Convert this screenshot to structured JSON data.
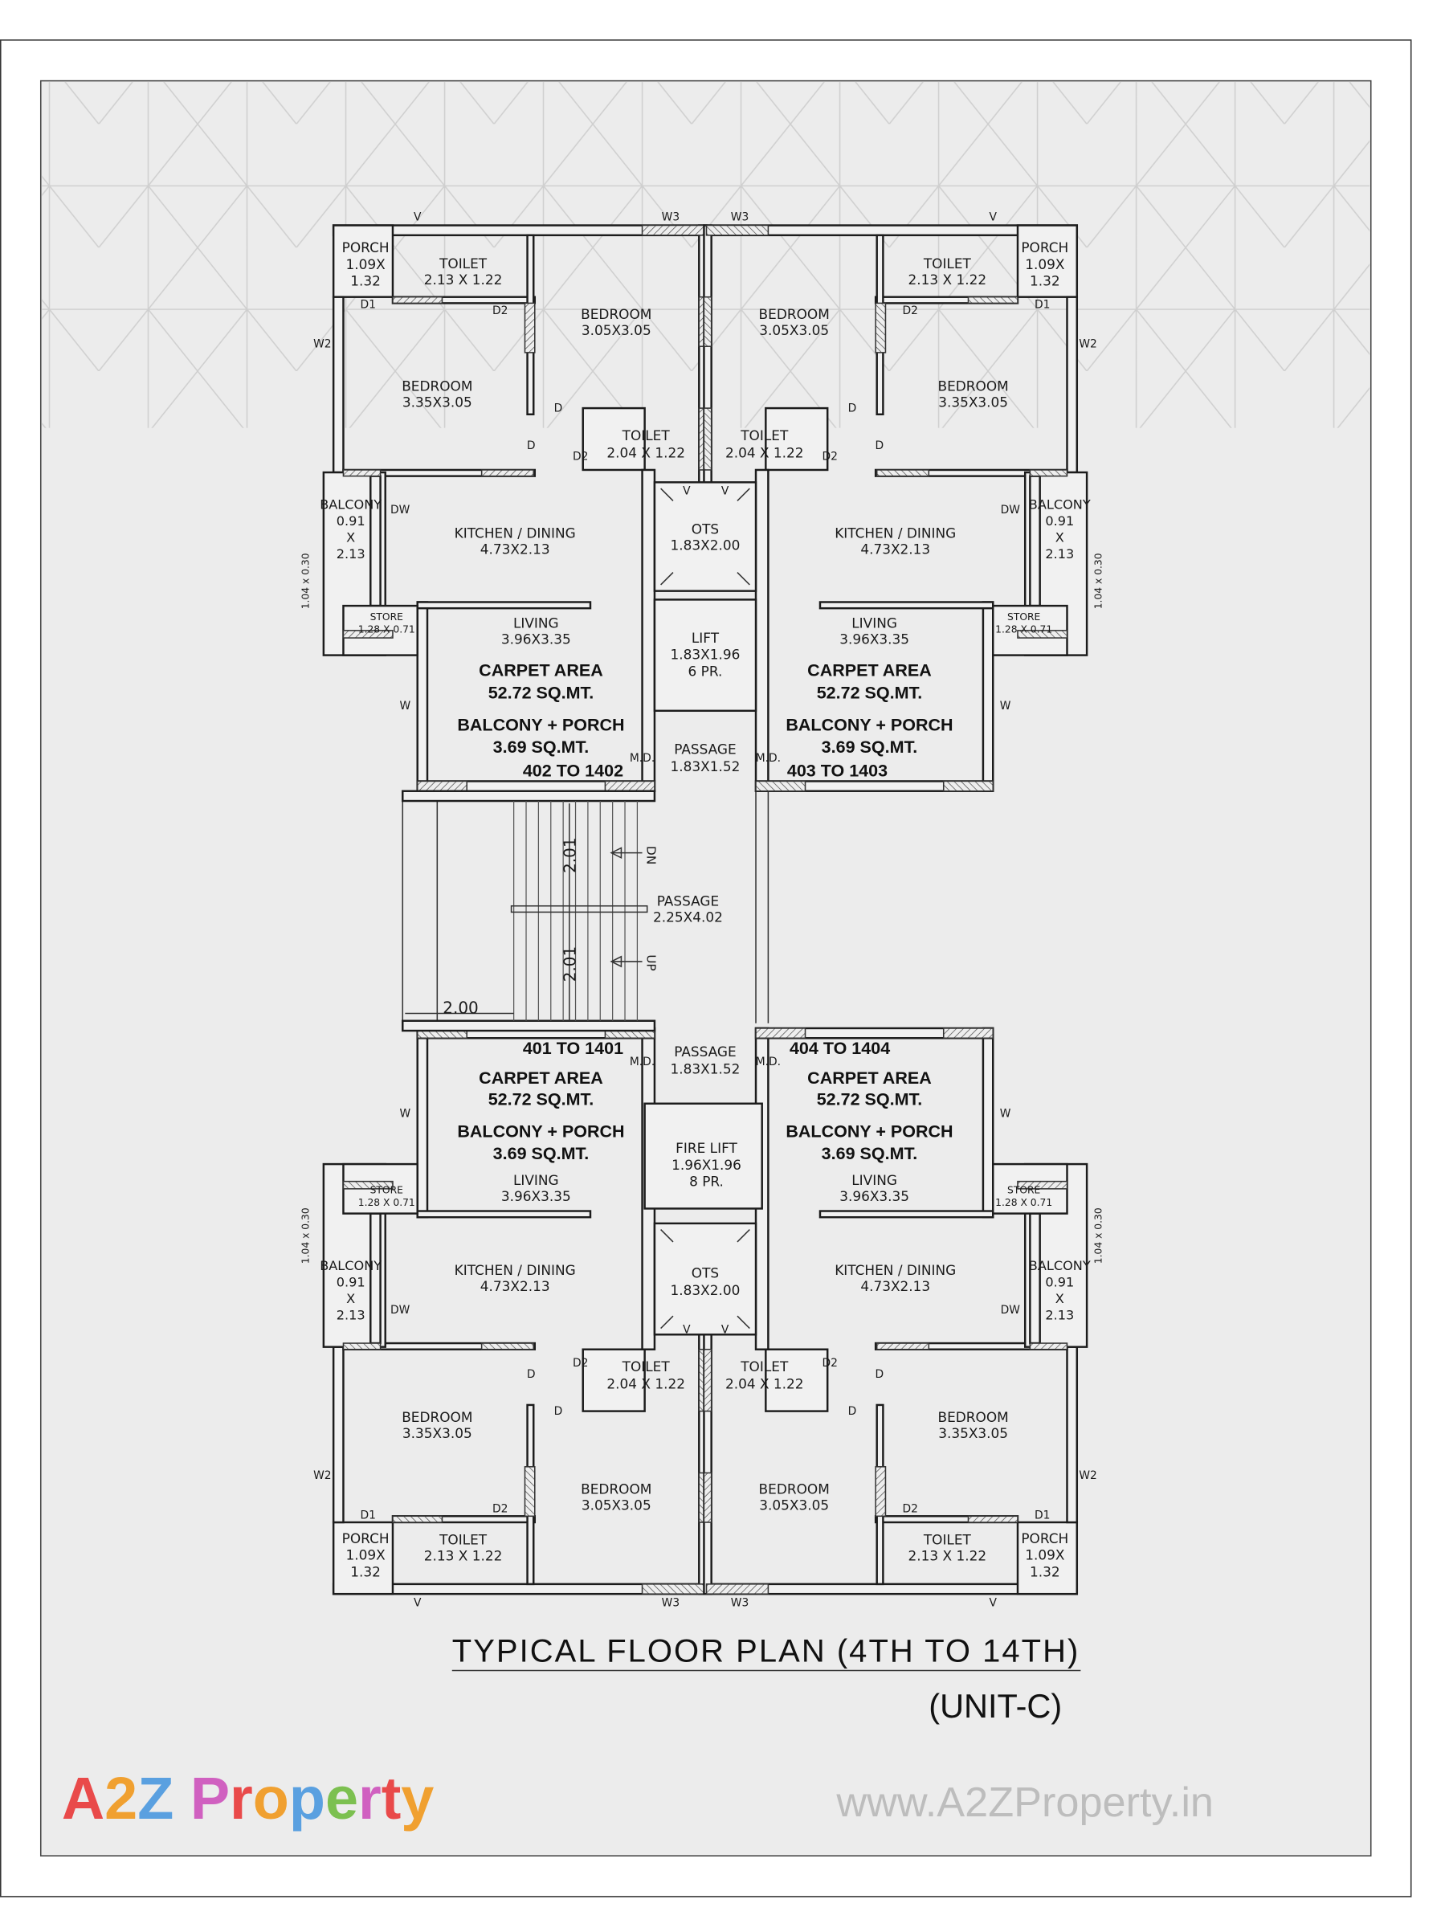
{
  "title": "TYPICAL FLOOR PLAN (4TH TO 14TH)",
  "subtitle": "(UNIT-C)",
  "watermark": "www.A2ZProperty.in",
  "logo": {
    "text": "A2Z Property",
    "colors": [
      "#e94a4a",
      "#f0a030",
      "#5aa0e0",
      "#7cc050",
      "#d060c0"
    ]
  },
  "colors": {
    "background": "#ececec",
    "wall": "#1c1c1c",
    "pattern": "#cfcfcf"
  },
  "marks": {
    "v": "V",
    "w3": "W3",
    "w2": "W2",
    "d1": "D1",
    "d2": "D2",
    "d": "D",
    "dw": "DW",
    "w": "W",
    "md": "M.D.",
    "balcony_dim": "1.04 x 0.30"
  },
  "units": [
    {
      "id": "402 TO 1402",
      "carpet_label": "CARPET AREA",
      "carpet_value": "52.72 SQ.MT.",
      "balcony_label": "BALCONY + PORCH",
      "balcony_value": "3.69 SQ.MT.",
      "rooms": {
        "porch": [
          "PORCH",
          "1.09X",
          "1.32"
        ],
        "toilet": [
          "TOILET",
          "2.13 X 1.22"
        ],
        "bedroom_a": [
          "BEDROOM",
          "3.05X3.05"
        ],
        "bedroom_b": [
          "BEDROOM",
          "3.35X3.05"
        ],
        "toilet_b": [
          "TOILET",
          "2.04 X 1.22"
        ],
        "kitchen": [
          "KITCHEN / DINING",
          "4.73X2.13"
        ],
        "balcony": [
          "BALCONY",
          "0.91",
          "X",
          "2.13"
        ],
        "store": [
          "STORE",
          "1.28 X 0.71"
        ],
        "living": [
          "LIVING",
          "3.96X3.35"
        ]
      }
    },
    {
      "id": "403 TO 1403",
      "carpet_label": "CARPET AREA",
      "carpet_value": "52.72 SQ.MT.",
      "balcony_label": "BALCONY + PORCH",
      "balcony_value": "3.69 SQ.MT.",
      "rooms": {
        "porch": [
          "PORCH",
          "1.09X",
          "1.32"
        ],
        "toilet": [
          "TOILET",
          "2.13 X 1.22"
        ],
        "bedroom_a": [
          "BEDROOM",
          "3.05X3.05"
        ],
        "bedroom_b": [
          "BEDROOM",
          "3.35X3.05"
        ],
        "toilet_b": [
          "TOILET",
          "2.04 X 1.22"
        ],
        "kitchen": [
          "KITCHEN / DINING",
          "4.73X2.13"
        ],
        "balcony": [
          "BALCONY",
          "0.91",
          "X",
          "2.13"
        ],
        "store": [
          "STORE",
          "1.28 X 0.71"
        ],
        "living": [
          "LIVING",
          "3.96X3.35"
        ]
      }
    },
    {
      "id": "401 TO 1401",
      "carpet_label": "CARPET AREA",
      "carpet_value": "52.72 SQ.MT.",
      "balcony_label": "BALCONY + PORCH",
      "balcony_value": "3.69 SQ.MT.",
      "rooms": {
        "porch": [
          "PORCH",
          "1.09X",
          "1.32"
        ],
        "toilet": [
          "TOILET",
          "2.13 X 1.22"
        ],
        "bedroom_a": [
          "BEDROOM",
          "3.05X3.05"
        ],
        "bedroom_b": [
          "BEDROOM",
          "3.35X3.05"
        ],
        "toilet_b": [
          "TOILET",
          "2.04 X 1.22"
        ],
        "kitchen": [
          "KITCHEN / DINING",
          "4.73X2.13"
        ],
        "balcony": [
          "BALCONY",
          "0.91",
          "X",
          "2.13"
        ],
        "store": [
          "STORE",
          "1.28 X 0.71"
        ],
        "living": [
          "LIVING",
          "3.96X3.35"
        ]
      }
    },
    {
      "id": "404 TO 1404",
      "carpet_label": "CARPET AREA",
      "carpet_value": "52.72 SQ.MT.",
      "balcony_label": "BALCONY + PORCH",
      "balcony_value": "3.69 SQ.MT.",
      "rooms": {
        "porch": [
          "PORCH",
          "1.09X",
          "1.32"
        ],
        "toilet": [
          "TOILET",
          "2.13 X 1.22"
        ],
        "bedroom_a": [
          "BEDROOM",
          "3.05X3.05"
        ],
        "bedroom_b": [
          "BEDROOM",
          "3.35X3.05"
        ],
        "toilet_b": [
          "TOILET",
          "2.04 X 1.22"
        ],
        "kitchen": [
          "KITCHEN / DINING",
          "4.73X2.13"
        ],
        "balcony": [
          "BALCONY",
          "0.91",
          "X",
          "2.13"
        ],
        "store": [
          "STORE",
          "1.28 X 0.71"
        ],
        "living": [
          "LIVING",
          "3.96X3.35"
        ]
      }
    }
  ],
  "core": {
    "ots_top": [
      "OTS",
      "1.83X2.00"
    ],
    "lift": [
      "LIFT",
      "1.83X1.96",
      "6 PR."
    ],
    "passage_top": [
      "PASSAGE",
      "1.83X1.52"
    ],
    "passage_mid": [
      "PASSAGE",
      "2.25X4.02"
    ],
    "passage_bottom": [
      "PASSAGE",
      "1.83X1.52"
    ],
    "fire_lift": [
      "FIRE LIFT",
      "1.96X1.96",
      "8 PR."
    ],
    "ots_bottom": [
      "OTS",
      "1.83X2.00"
    ],
    "stair_flight": "2.01",
    "stair_width": "2.00",
    "down": "DN",
    "up": "UP"
  }
}
